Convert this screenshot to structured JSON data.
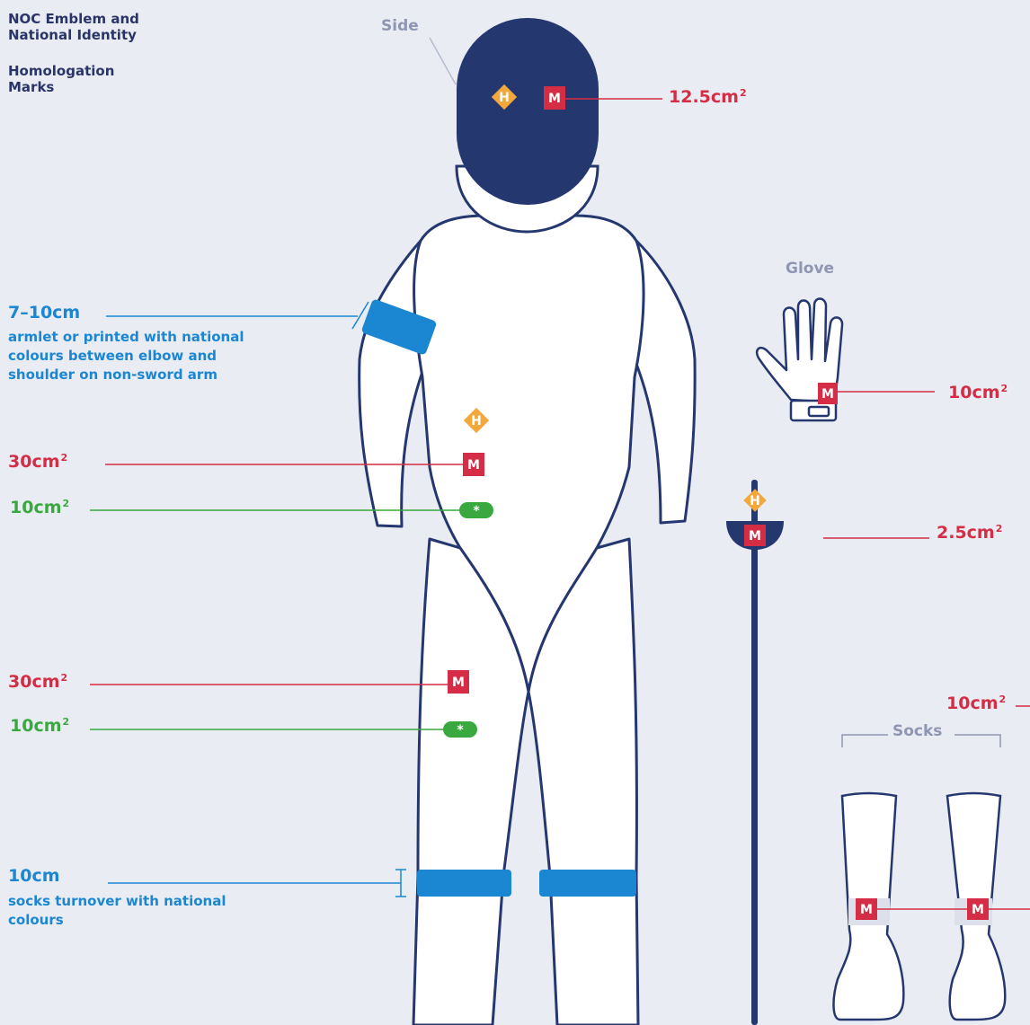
{
  "legend": {
    "noc": "NOC Emblem and National Identity",
    "homologation": "Homologation Marks"
  },
  "labels": {
    "side": "Side",
    "glove": "Glove",
    "socks": "Socks"
  },
  "marks": {
    "homologation": "H",
    "manufacturer": "M",
    "noc": "*"
  },
  "measurements": {
    "mask": {
      "value": "12.5cm",
      "unit_sup": "2"
    },
    "armlet": {
      "value": "7–10cm",
      "desc": "armlet or printed with national colours between elbow and shoulder on non-sword arm"
    },
    "jacket_m": {
      "value": "30cm",
      "unit_sup": "2"
    },
    "jacket_noc": {
      "value": "10cm",
      "unit_sup": "2"
    },
    "glove": {
      "value": "10cm",
      "unit_sup": "2"
    },
    "weapon": {
      "value": "2.5cm",
      "unit_sup": "2"
    },
    "trousers_m": {
      "value": "30cm",
      "unit_sup": "2"
    },
    "trousers_noc": {
      "value": "10cm",
      "unit_sup": "2"
    },
    "socks": {
      "value": "10cm",
      "unit_sup": "2"
    },
    "socks_turnover": {
      "value": "10cm",
      "desc": "socks turnover with national colours"
    }
  },
  "colors": {
    "background": "#eaecf3",
    "navy": "#25376f",
    "red": "#d42d45",
    "green": "#38a83f",
    "blue": "#1b86d1",
    "orange": "#f3a83b",
    "grey": "#8e96b3"
  }
}
